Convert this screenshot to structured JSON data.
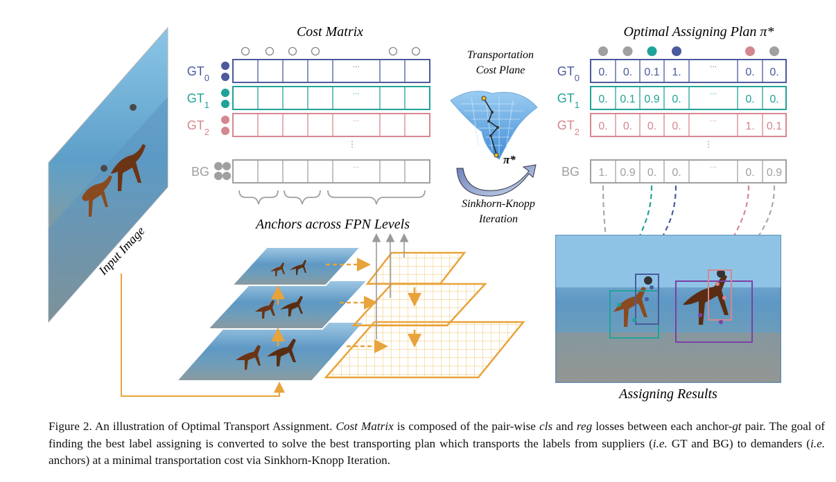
{
  "figure": {
    "input_image_label": "Input Image",
    "cost_matrix_title": "Cost Matrix",
    "anchors_label": "Anchors across FPN Levels",
    "transport_plane_label_1": "Transportation",
    "transport_plane_label_2": "Cost Plane",
    "pi_star": "π*",
    "sinkhorn_label_1": "Sinkhorn-Knopp",
    "sinkhorn_label_2": "Iteration",
    "plan_title": "Optimal Assigning Plan π*",
    "results_label": "Assigning Results",
    "ellipsis": "···",
    "vertical_dots": "⋮",
    "rows": [
      {
        "label": "GT",
        "sub": "0",
        "color": "#4a5a9c"
      },
      {
        "label": "GT",
        "sub": "1",
        "color": "#1fa398"
      },
      {
        "label": "GT",
        "sub": "2",
        "color": "#d4878f"
      },
      {
        "label": "BG",
        "sub": "",
        "color": "#a0a0a0"
      }
    ],
    "plan_values": [
      [
        "0.",
        "0.",
        "0.1",
        "1.",
        "0.",
        "0."
      ],
      [
        "0.",
        "0.1",
        "0.9",
        "0.",
        "0.",
        "0."
      ],
      [
        "0.",
        "0.",
        "0.",
        "0.",
        "1.",
        "0.1"
      ],
      [
        "1.",
        "0.9",
        "0.",
        "0.",
        "0.",
        "0.9"
      ]
    ],
    "plan_dot_colors": [
      "#a0a0a0",
      "#a0a0a0",
      "#1fa398",
      "#4a5a9c",
      "#d4878f",
      "#a0a0a0"
    ]
  },
  "caption": {
    "lead": "Figure 2. An illustration of Optimal Transport Assignment.",
    "term_cost_matrix": "Cost Matrix",
    "t1": "is composed of the pair-wise",
    "term_cls": "cls",
    "t2": "and",
    "term_reg": "reg",
    "t3": "losses between each anchor-",
    "term_gt": "gt",
    "t4": "pair. The goal of finding the best label assigning is converted to solve the best transporting plan which transports the labels from suppliers (",
    "term_ie1": "i.e.",
    "t5": "GT and BG) to demanders (",
    "term_ie2": "i.e.",
    "t6": "anchors) at a minimal transportation cost via Sinkhorn-Knopp Iteration."
  }
}
